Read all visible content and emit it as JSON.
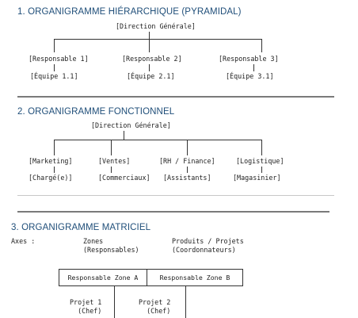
{
  "section1": {
    "heading": "1. ORGANIGRAMME HIÉRARCHIQUE (PYRAMIDAL)",
    "root": "[Direction Générale]",
    "managers": [
      "[Responsable 1]",
      "[Responsable 2]",
      "[Responsable 3]"
    ],
    "teams": [
      "[Équipe 1.1]",
      "[Équipe 2.1]",
      "[Équipe 3.1]"
    ]
  },
  "section2": {
    "heading": "2. ORGANIGRAMME FONCTIONNEL",
    "root": "[Direction Générale]",
    "functions": [
      "[Marketing]",
      "[Ventes]",
      "[RH / Finance]",
      "[Logistique]"
    ],
    "roles": [
      "[Chargé(e)]",
      "[Commerciaux]",
      "[Assistants]",
      "[Magasinier]"
    ]
  },
  "section3": {
    "heading": "3. ORGANIGRAMME MATRICIEL",
    "axes_label": "Axes :",
    "axis_zones": "Zones\n(Responsables)",
    "axis_products": "Produits / Projets\n(Coordonnateurs)",
    "zone_a": "Responsable Zone A",
    "zone_b": "Responsable Zone B",
    "project_1": "Projet 1\n  (Chef)",
    "project_2": "Projet 2\n  (Chef)"
  }
}
